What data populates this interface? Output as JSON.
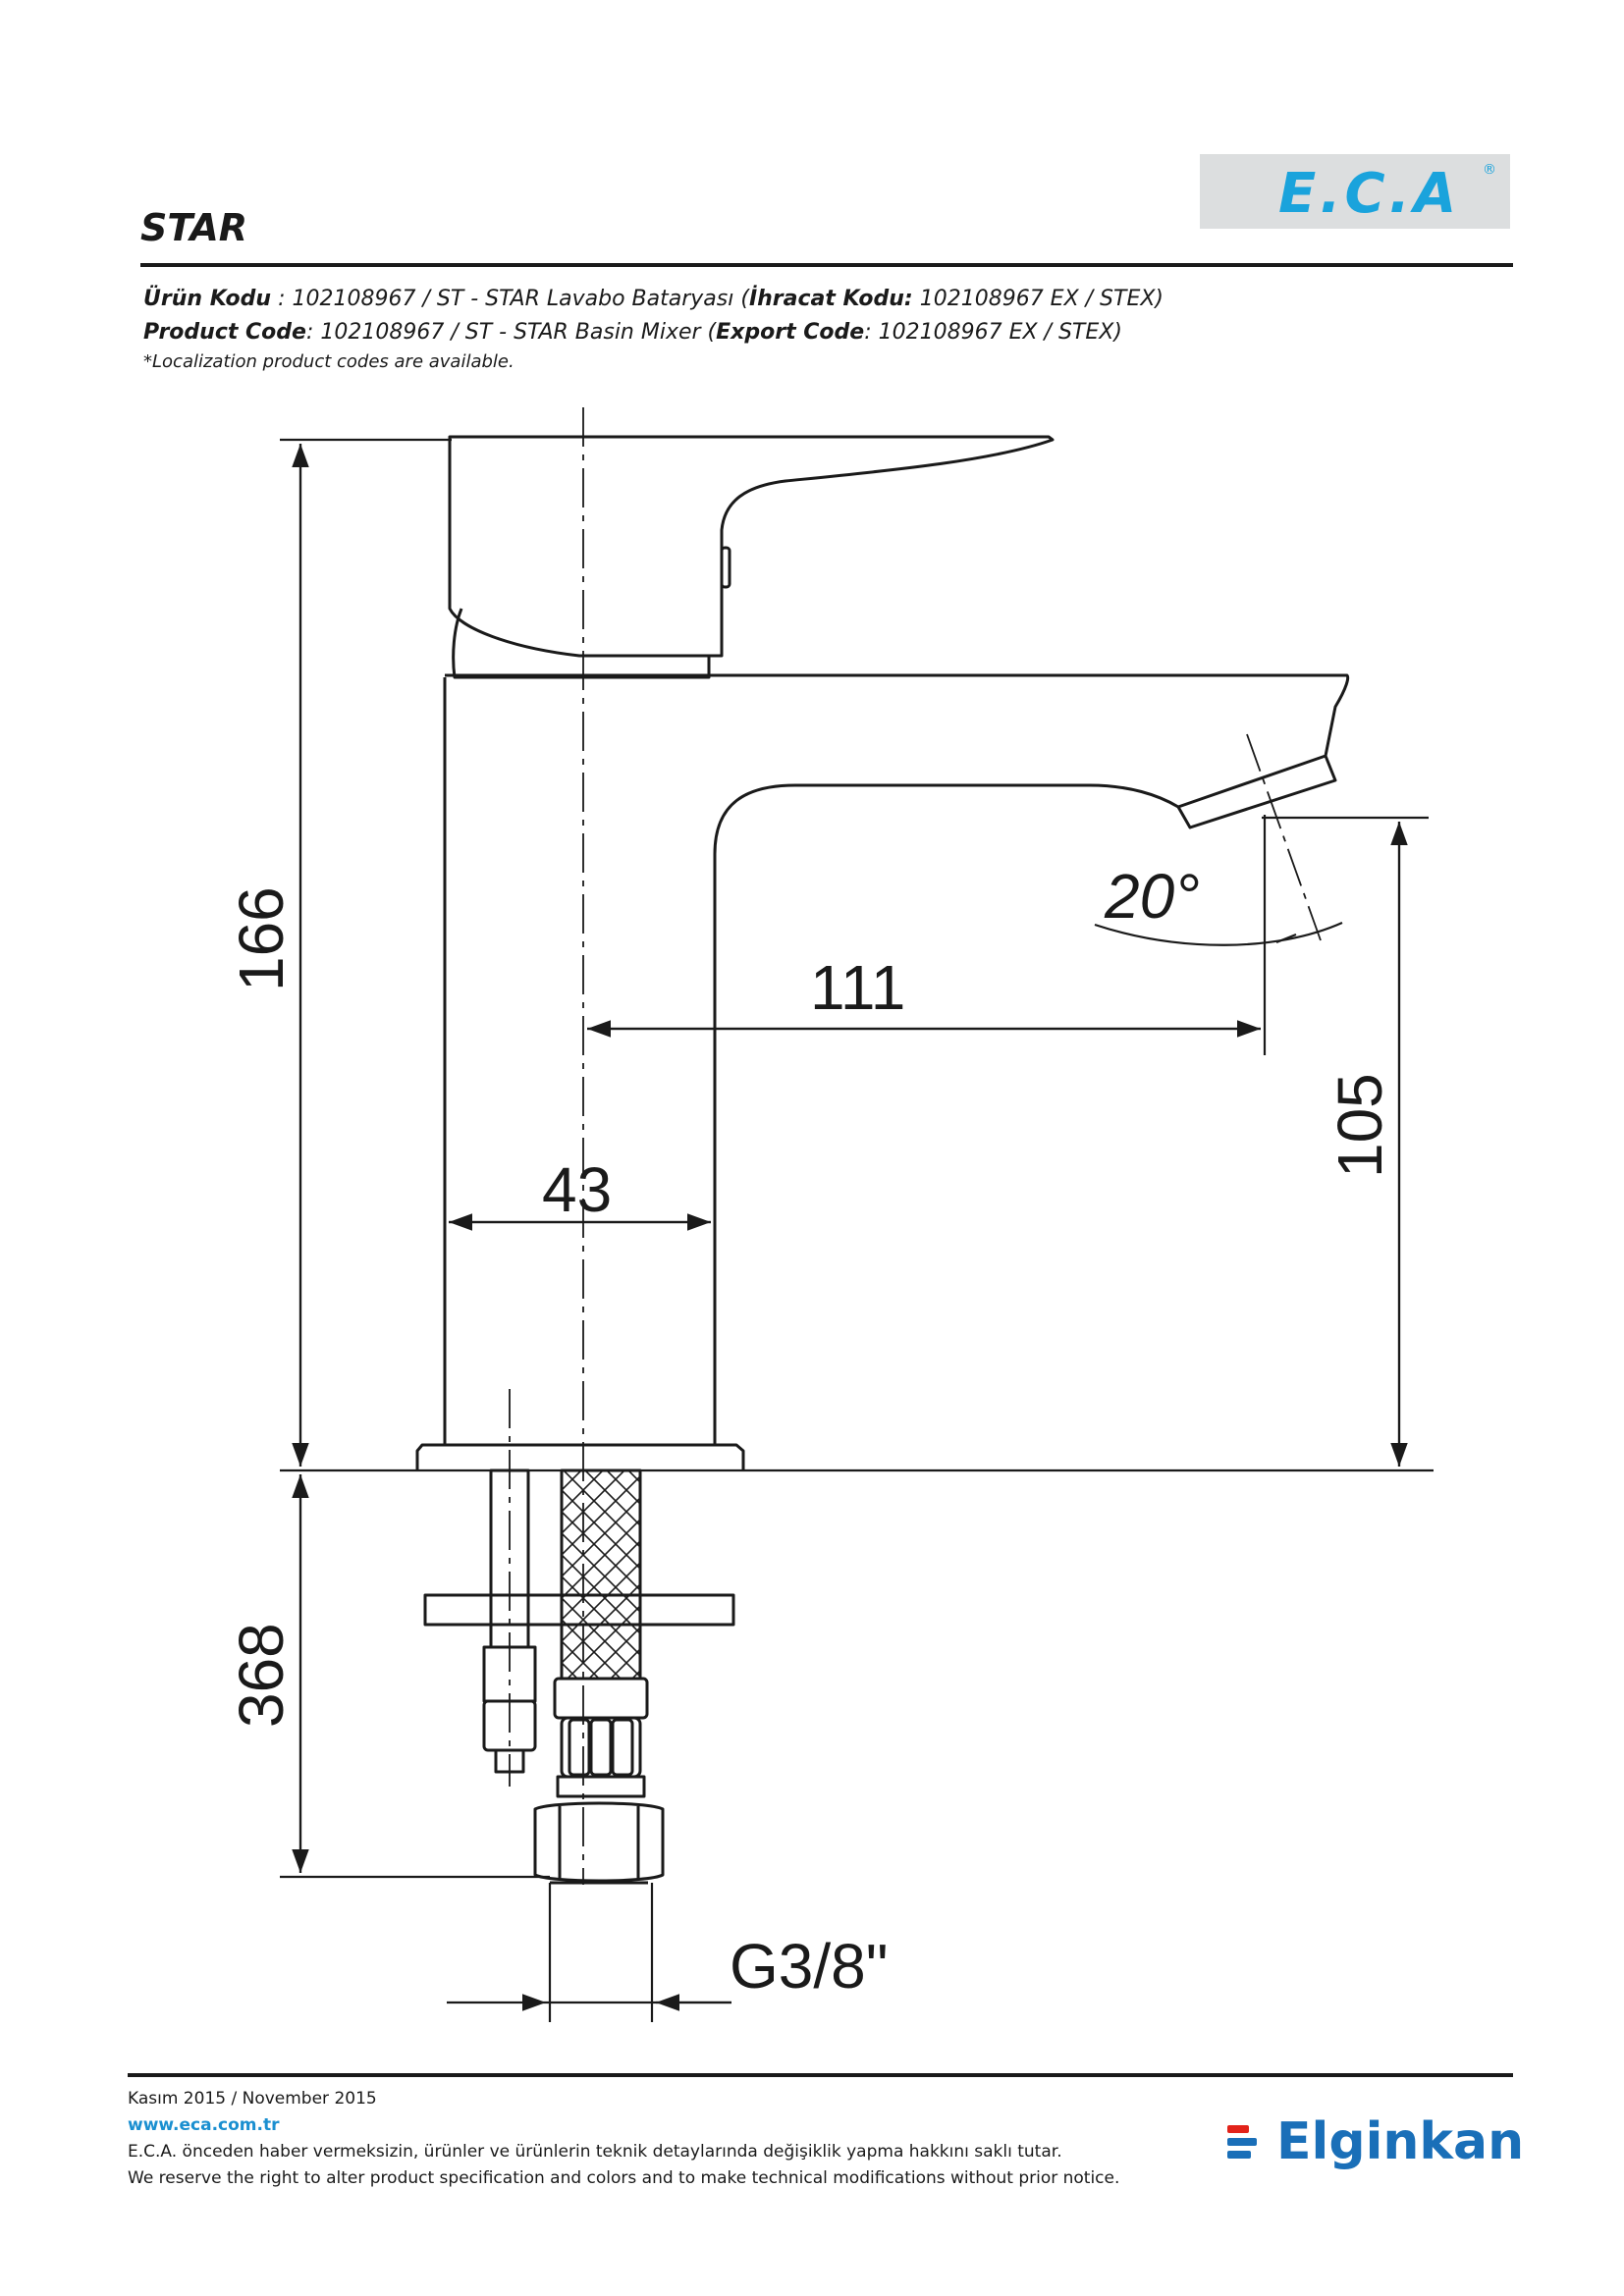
{
  "brand": {
    "logo_text": "E.C.A",
    "registered": "®",
    "accent": "#1aa3dc"
  },
  "product_title": "STAR",
  "info": {
    "tr_label": "Ürün Kodu",
    "tr_text": "     : 102108967 / ST - STAR Lavabo Bataryası (",
    "tr_export_label": "İhracat Kodu:",
    "tr_export_value": " 102108967 EX / STEX)",
    "en_label": "Product Code",
    "en_text": ": 102108967 / ST - STAR Basin Mixer (",
    "en_export_label": "Export Code",
    "en_export_value": ": 102108967 EX / STEX)",
    "note": "*Localization product codes are available."
  },
  "dimensions": {
    "height_total": "166",
    "spout_reach": "111",
    "spout_height": "105",
    "body_width": "43",
    "spout_angle": "20°",
    "hose_length": "368",
    "connection": "G3/8\""
  },
  "footer": {
    "date": "Kasım 2015 / November 2015",
    "website": "www.eca.com.tr",
    "disclaimer_tr": "E.C.A. önceden haber vermeksizin, ürünler ve ürünlerin teknik detaylarında değişiklik yapma hakkını saklı tutar.",
    "disclaimer_en": "We reserve the right to alter product specification and colors and to make technical modifications without prior notice."
  },
  "dealer": {
    "name": "Elginkan",
    "color": "#1a6fb8",
    "mark_color_red": "#e2231a"
  }
}
